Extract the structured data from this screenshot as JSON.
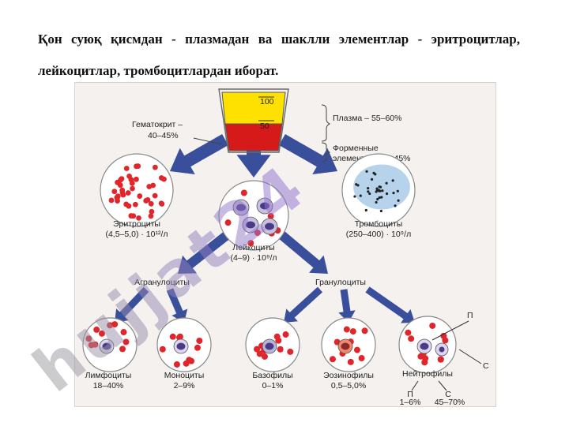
{
  "slide": {
    "text": "Қон суюқ қисмдан - плазмадан ва шаклли элементлар - эритроцитлар, лейкоцитлар, тромбоцитлардан иборат."
  },
  "diagram": {
    "beaker": {
      "mark_top": "100",
      "mark_mid": "50"
    },
    "hematocrit": {
      "title": "Гематокрит –",
      "value": "40–45%"
    },
    "plasma": {
      "label": "Плазма – 55–60%"
    },
    "formed": {
      "line1": "Форменные",
      "line2": "элементы – 40–45%"
    },
    "erythrocytes": {
      "name": "Эритроциты",
      "range": "(4,5–5,0) · 10¹²/л"
    },
    "leukocytes": {
      "name": "Лейкоциты",
      "range": "(4–9) · 10⁹/л"
    },
    "platelets": {
      "name": "Тромбоциты",
      "range": "(250–400) · 10⁹/л"
    },
    "agranulocytes": {
      "name": "Агранулоциты"
    },
    "granulocytes": {
      "name": "Гранулоциты"
    },
    "lymphocytes": {
      "name": "Лимфоциты",
      "value": "18–40%"
    },
    "monocytes": {
      "name": "Моноциты",
      "value": "2–9%"
    },
    "basophils": {
      "name": "Базофилы",
      "value": "0–1%"
    },
    "eosinophils": {
      "name": "Эозинофилы",
      "value": "0,5–5,0%"
    },
    "neutrophils": {
      "name": "Нейтрофилы",
      "marker_p": "П",
      "marker_s": "С",
      "p_label": "П",
      "p_value": "1–6%",
      "s_label": "С",
      "s_value": "45–70%"
    }
  },
  "watermark": {
    "text": "hujjat24"
  },
  "colors": {
    "arrow": "#3a4f9c",
    "rbc": "#e0262b",
    "plasma": "#ffe100",
    "blood": "#d61a1a",
    "nucleus": "#4a3b86",
    "platelet_bg": "#9fc4e6",
    "watermark_left": "#9a9a9a",
    "watermark_right": "#8f6fd6"
  }
}
